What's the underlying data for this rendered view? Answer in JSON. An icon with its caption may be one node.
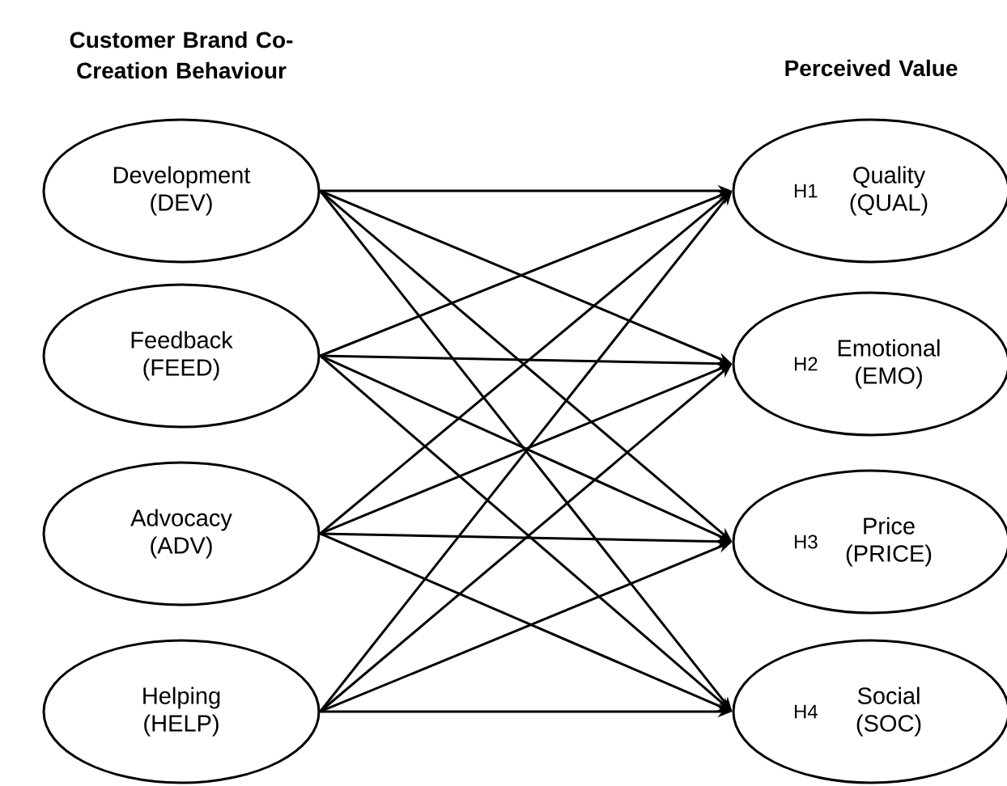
{
  "diagram": {
    "nodes": [
      {
        "text": [
          "Development (DEV)"
        ]
      },
      {
        "text": [
          "Feedback (FEED)"
        ]
      },
      {
        "text": [
          "Advocacy (ADV)"
        ]
      },
      {
        "text": [
          "Helping (HELP)"
        ]
      },
      {
        "text": [
          "H1",
          "Quality (QUAL)"
        ]
      },
      {
        "text": [
          "H2",
          "Emotional (EMO)"
        ]
      },
      {
        "text": [
          "H3",
          "Price (PRICE)"
        ]
      },
      {
        "text": [
          "H4",
          "Social (SOC)"
        ]
      }
    ],
    "edges": [
      {
        "from": 0,
        "to": 4,
        "arrow": "to"
      },
      {
        "from": 0,
        "to": 5,
        "arrow": "to"
      },
      {
        "from": 0,
        "to": 6,
        "arrow": "to"
      },
      {
        "from": 0,
        "to": 7,
        "arrow": "to"
      },
      {
        "from": 1,
        "to": 4,
        "arrow": "to"
      },
      {
        "from": 1,
        "to": 5,
        "arrow": "to"
      },
      {
        "from": 1,
        "to": 6,
        "arrow": "to"
      },
      {
        "from": 1,
        "to": 7,
        "arrow": "to"
      },
      {
        "from": 2,
        "to": 4,
        "arrow": "to"
      },
      {
        "from": 2,
        "to": 5,
        "arrow": "to"
      },
      {
        "from": 2,
        "to": 6,
        "arrow": "to"
      },
      {
        "from": 2,
        "to": 7,
        "arrow": "to"
      },
      {
        "from": 3,
        "to": 4,
        "arrow": "to"
      },
      {
        "from": 3,
        "to": 5,
        "arrow": "to"
      },
      {
        "from": 3,
        "to": 6,
        "arrow": "to"
      },
      {
        "from": 3,
        "to": 7,
        "arrow": "to"
      }
    ],
    "labels": [
      "Customer Brand Co-Creation Behaviour",
      "Perceived Value"
    ]
  }
}
